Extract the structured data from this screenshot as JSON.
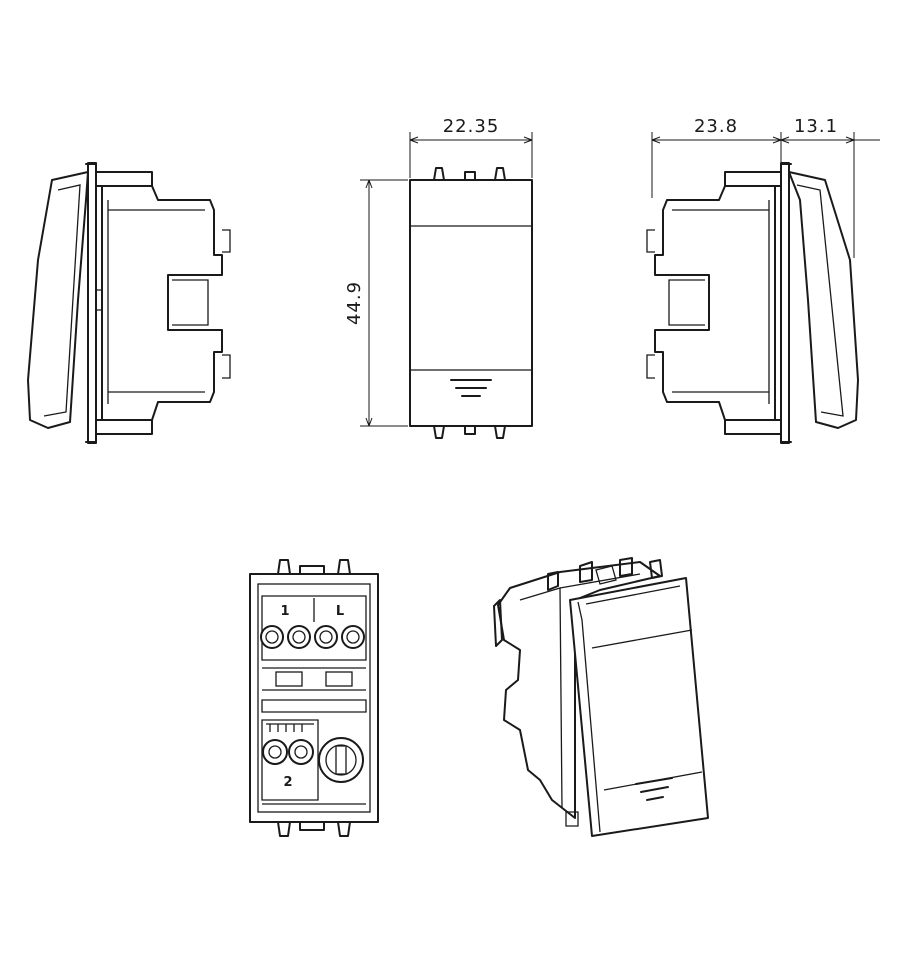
{
  "dimensions": {
    "width_front": "22.35",
    "height_front": "44.9",
    "depth_body": "23.8",
    "depth_cover": "13.1"
  },
  "terminal_marks": {
    "terminal_1": "1",
    "terminal_L": "L",
    "terminal_2": "2"
  }
}
